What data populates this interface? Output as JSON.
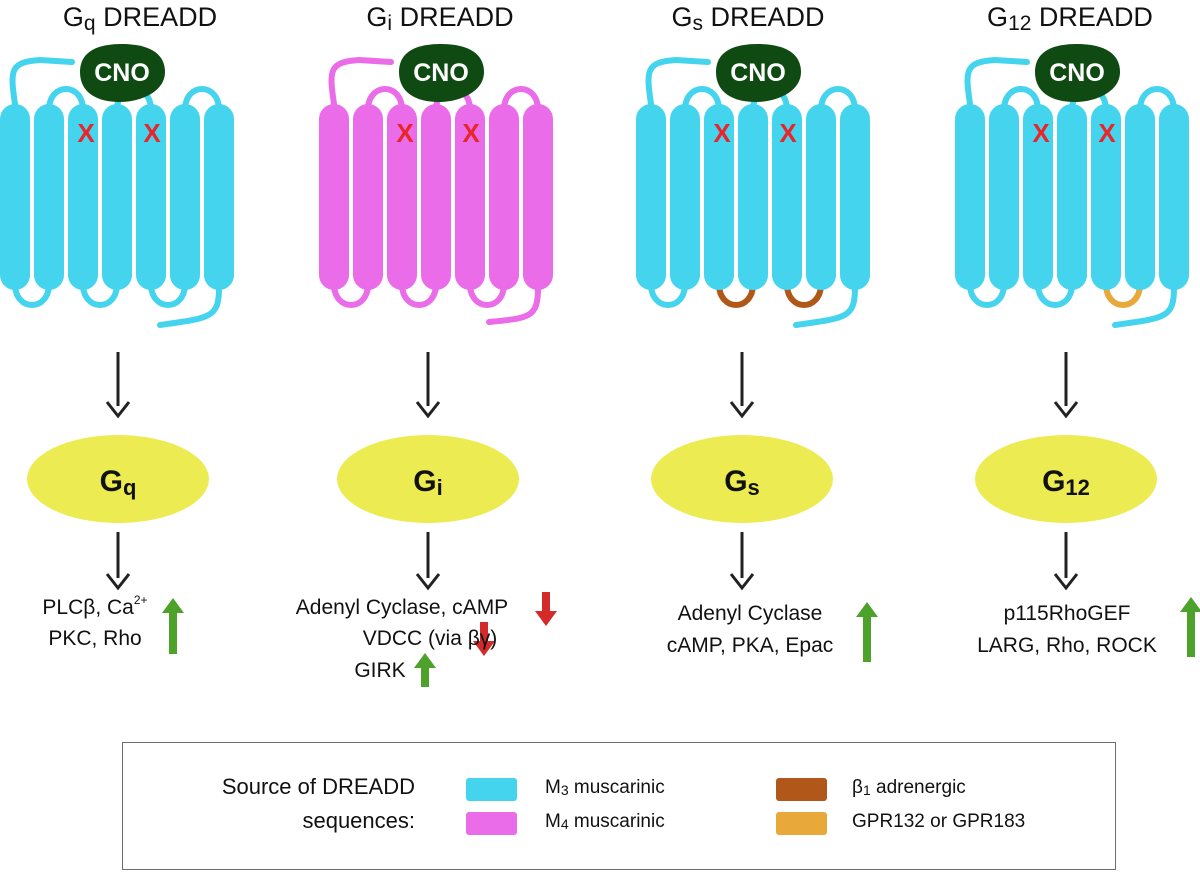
{
  "columns": [
    {
      "id": "gq",
      "title_main": "G",
      "title_sub": "q",
      "title_rest": " DREADD",
      "ligand": "CNO",
      "mutation_mark": "X",
      "receptor_color": "#45d4ee",
      "loop_color": "#45d4ee",
      "g_protein_main": "G",
      "g_protein_sub": "q",
      "effect_lines": [
        "PLCβ, Ca",
        "PKC, Rho"
      ],
      "effect_sup": "2+",
      "arrows": [
        {
          "direction": "up",
          "color": "#4ca22a"
        }
      ]
    },
    {
      "id": "gi",
      "title_main": "G",
      "title_sub": "i",
      "title_rest": " DREADD",
      "ligand": "CNO",
      "mutation_mark": "X",
      "receptor_color": "#ea6ce9",
      "loop_color": "#ea6ce9",
      "g_protein_main": "G",
      "g_protein_sub": "i",
      "effect_lines": [
        "Adenyl Cyclase, cAMP",
        "VDCC (via βγ)",
        "GIRK"
      ],
      "arrows": [
        {
          "direction": "down",
          "color": "#d42a2a"
        },
        {
          "direction": "down",
          "color": "#d42a2a"
        },
        {
          "direction": "up",
          "color": "#4ca22a"
        }
      ]
    },
    {
      "id": "gs",
      "title_main": "G",
      "title_sub": "s",
      "title_rest": " DREADD",
      "ligand": "CNO",
      "mutation_mark": "X",
      "receptor_color": "#45d4ee",
      "loop_color": "#b1571a",
      "g_protein_main": "G",
      "g_protein_sub": "s",
      "effect_lines": [
        "Adenyl Cyclase",
        "cAMP, PKA, Epac"
      ],
      "arrows": [
        {
          "direction": "up",
          "color": "#4ca22a"
        }
      ]
    },
    {
      "id": "g12",
      "title_main": "G",
      "title_sub": "12",
      "title_rest": " DREADD",
      "ligand": "CNO",
      "mutation_mark": "X",
      "receptor_color": "#45d4ee",
      "loop_color": "#e8a83a",
      "g_protein_main": "G",
      "g_protein_sub": "12",
      "effect_lines": [
        "p115RhoGEF",
        "LARG, Rho, ROCK"
      ],
      "arrows": [
        {
          "direction": "up",
          "color": "#4ca22a"
        }
      ]
    }
  ],
  "colors": {
    "cno_fill": "#0e4a12",
    "mark": "#e8262a",
    "g_protein_fill": "#ecec52",
    "flow_arrow": "#222222"
  },
  "legend": {
    "title_line1": "Source of DREADD",
    "title_line2": "sequences:",
    "items": [
      {
        "color": "#45d4ee",
        "label_main": "M",
        "label_sub": "3",
        "label_rest": " muscarinic"
      },
      {
        "color": "#ea6ce9",
        "label_main": "M",
        "label_sub": "4",
        "label_rest": " muscarinic"
      },
      {
        "color": "#b1571a",
        "label_main": "β",
        "label_sub": "1",
        "label_rest": " adrenergic"
      },
      {
        "color": "#e8a83a",
        "label_main": "GPR132 or  GPR183",
        "label_sub": "",
        "label_rest": ""
      }
    ]
  }
}
